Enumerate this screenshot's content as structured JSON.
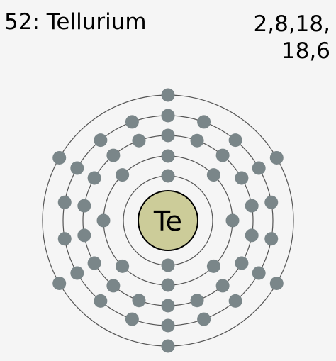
{
  "element": {
    "title": "52: Tellurium",
    "symbol": "Te",
    "configuration_lines": [
      "2,8,18,",
      "18,6"
    ]
  },
  "shells": [
    2,
    8,
    18,
    18,
    6
  ],
  "colors": {
    "background": "#f5f5f5",
    "nucleus_fill": "#cccc99",
    "nucleus_stroke": "#000000",
    "shell_stroke": "#555555",
    "electron_fill": "#7a8689"
  }
}
